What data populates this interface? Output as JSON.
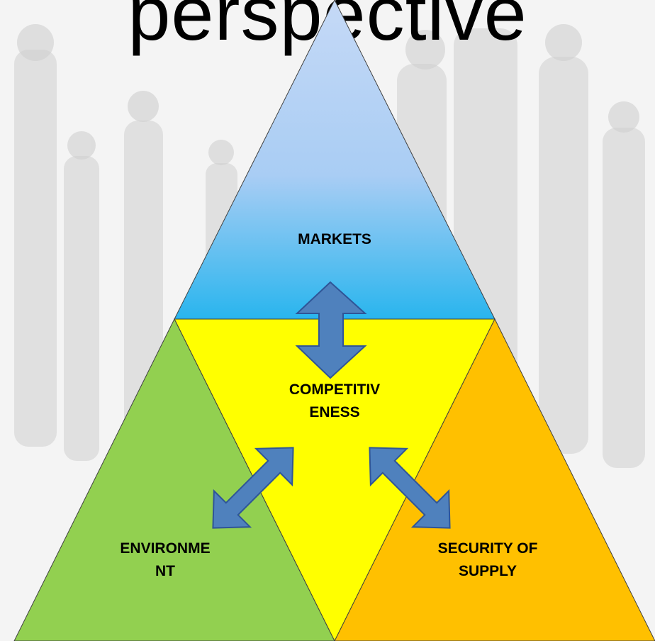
{
  "title": "perspective",
  "labels": {
    "markets": "MARKETS",
    "competitiveness_line1": "COMPETITIV",
    "competitiveness_line2": "ENESS",
    "environment_line1": "ENVIRONME",
    "environment_line2": "NT",
    "security_line1": "SECURITY OF",
    "security_line2": "SUPPLY"
  },
  "colors": {
    "markets_top": "#c5d9f6",
    "markets_bottom": "#29b5ee",
    "competitiveness": "#ffff00",
    "environment": "#92d050",
    "security_of_supply": "#ffc000",
    "arrow_fill": "#4f81bd",
    "arrow_stroke": "#2f5597"
  }
}
